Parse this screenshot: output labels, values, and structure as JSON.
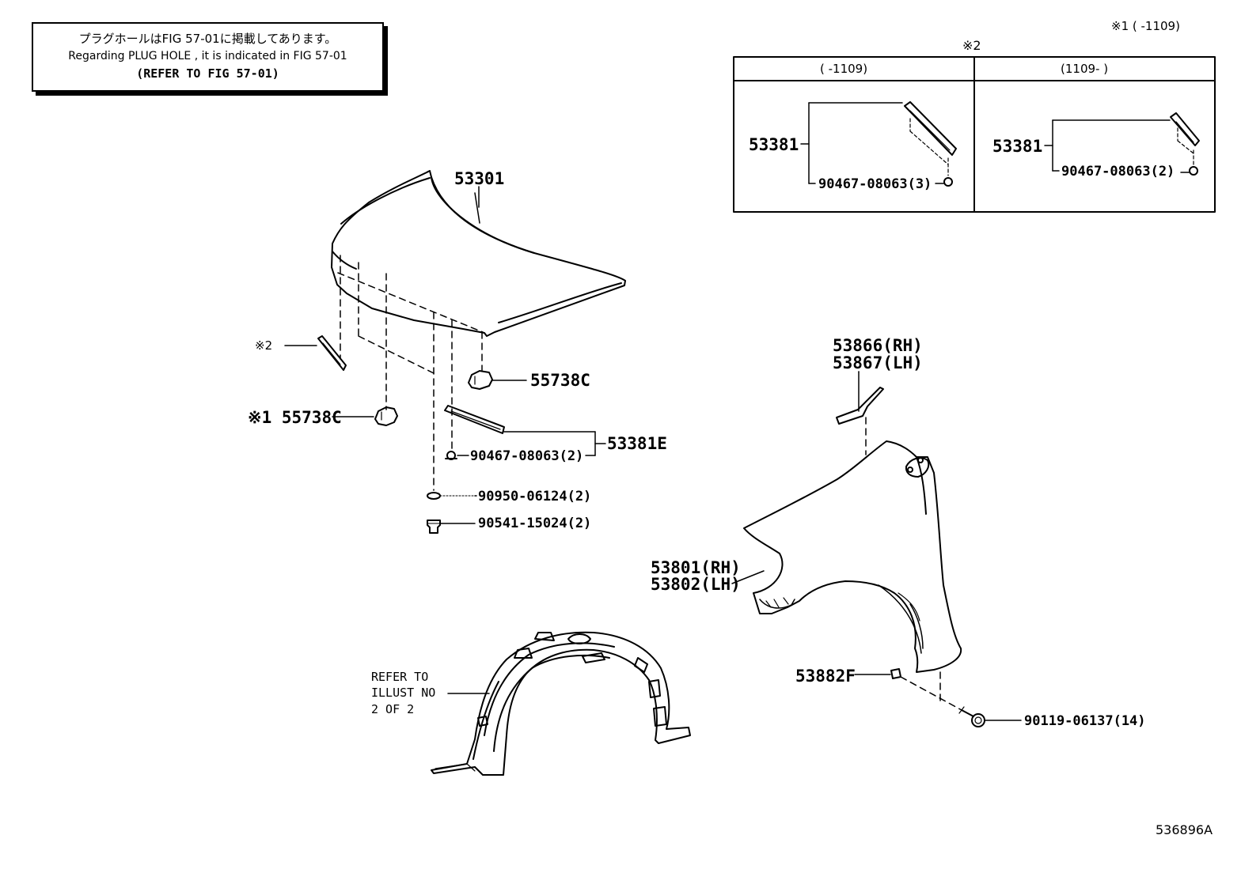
{
  "note": {
    "jp": "プラグホールはFIG 57-01に掲載してあります。",
    "en": "Regarding PLUG HOLE , it is indicated in FIG 57-01",
    "ref": "(REFER TO FIG 57-01)"
  },
  "footnote1": "※1 (     -1109)",
  "footnote2_mark": "※2",
  "table": {
    "col1_header": "(     -1109)",
    "col2_header": "(1109-     )",
    "col1_part": "53381",
    "col1_bolt": "90467-08063(3)",
    "col2_part": "53381",
    "col2_bolt": "90467-08063(2)"
  },
  "labels": {
    "hood": "53301",
    "mark2": "※2",
    "bumper_c_right": "55738C",
    "bumper_c_left": "※1 55738C",
    "bracket_e": "53381E",
    "clip": "90467-08063(2)",
    "plug": "90950-06124(2)",
    "cushion": "90541-15024(2)",
    "fender_seal_rh": "53866(RH)",
    "fender_seal_lh": "53867(LH)",
    "fender_rh": "53801(RH)",
    "fender_lh": "53802(LH)",
    "seal_f": "53882F",
    "screw": "90119-06137(14)",
    "liner_ref_1": "REFER TO",
    "liner_ref_2": "ILLUST NO",
    "liner_ref_3": "2 OF 2"
  },
  "illustration_id": "536896A"
}
